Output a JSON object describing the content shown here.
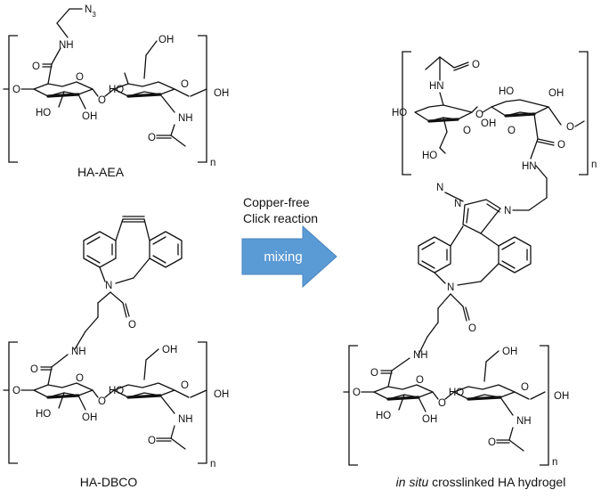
{
  "reaction": {
    "condition_line1": "Copper-free",
    "condition_line2": "Click reaction",
    "arrow_label": "mixing",
    "arrow_color": "#5b9bd5"
  },
  "reactants": [
    {
      "id": "ha-aea",
      "name": "HA-AEA",
      "pendant": "N3",
      "repeat": "n"
    },
    {
      "id": "ha-dbco",
      "name": "HA-DBCO",
      "repeat": "n"
    }
  ],
  "product": {
    "name_italic": "in situ",
    "name_rest": " crosslinked HA hydrogel",
    "repeat_top": "n",
    "repeat_bottom": "n"
  },
  "atom_labels": {
    "OH": "OH",
    "HO": "HO",
    "O": "O",
    "NH": "NH",
    "HN": "HN",
    "N": "N"
  }
}
